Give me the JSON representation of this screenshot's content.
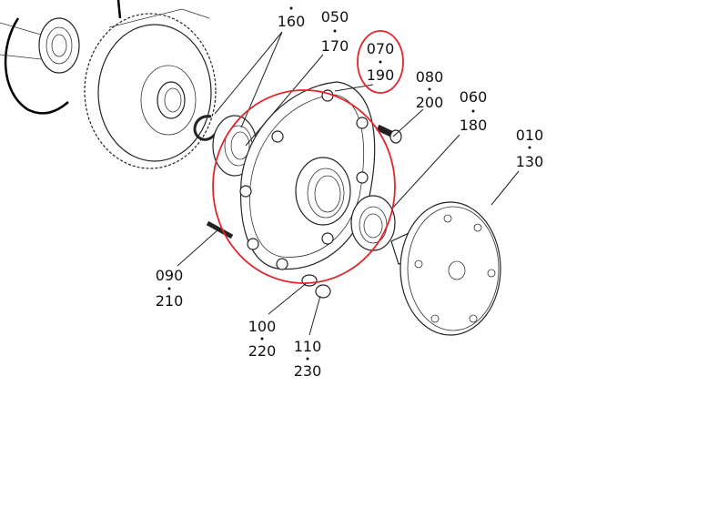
{
  "diagram": {
    "title": "",
    "highlight_color": "#e0262b",
    "callouts": [
      {
        "id": "c160",
        "top": "",
        "bottom": "160"
      },
      {
        "id": "c050",
        "top": "050",
        "bottom": "170"
      },
      {
        "id": "c070",
        "top": "070",
        "bottom": "190",
        "highlighted": true
      },
      {
        "id": "c080",
        "top": "080",
        "bottom": "200"
      },
      {
        "id": "c060",
        "top": "060",
        "bottom": "180"
      },
      {
        "id": "c010",
        "top": "010",
        "bottom": "130"
      },
      {
        "id": "c090",
        "top": "090",
        "bottom": "210"
      },
      {
        "id": "c100",
        "top": "100",
        "bottom": "220"
      },
      {
        "id": "c110",
        "top": "110",
        "bottom": "230"
      }
    ]
  }
}
